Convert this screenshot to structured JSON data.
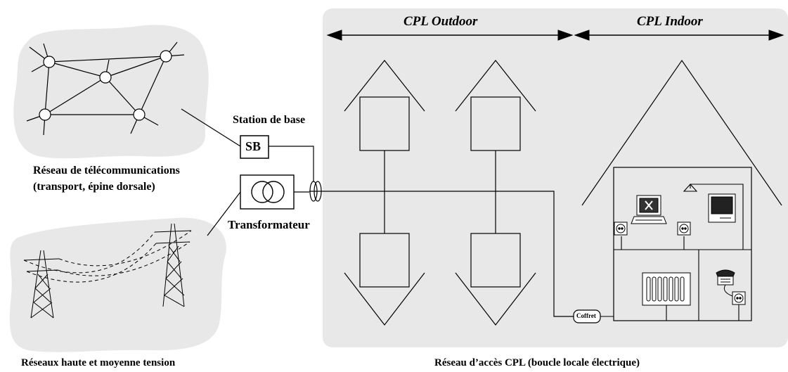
{
  "labels": {
    "cpl_outdoor": "CPL Outdoor",
    "cpl_indoor": "CPL Indoor",
    "station_de_base": "Station de base",
    "sb": "SB",
    "transformateur": "Transformateur",
    "telecom_line1": "Réseau de télécommunications",
    "telecom_line2": "(transport, épine dorsale)",
    "power_network": "Réseaux haute et moyenne tension",
    "access_network": "Réseau d’accès CPL (boucle locale électrique)",
    "coffret": "Coffret"
  },
  "colors": {
    "cloud_fill": "#e8e8e8",
    "panel_fill": "#e8e8e8",
    "line": "#000000"
  },
  "icons": [
    "computer-icon",
    "monitor-icon",
    "telephone-icon",
    "radiator-icon",
    "power-outlet-icon",
    "transmission-tower-icon",
    "transformer-icon",
    "antenna-icon"
  ]
}
